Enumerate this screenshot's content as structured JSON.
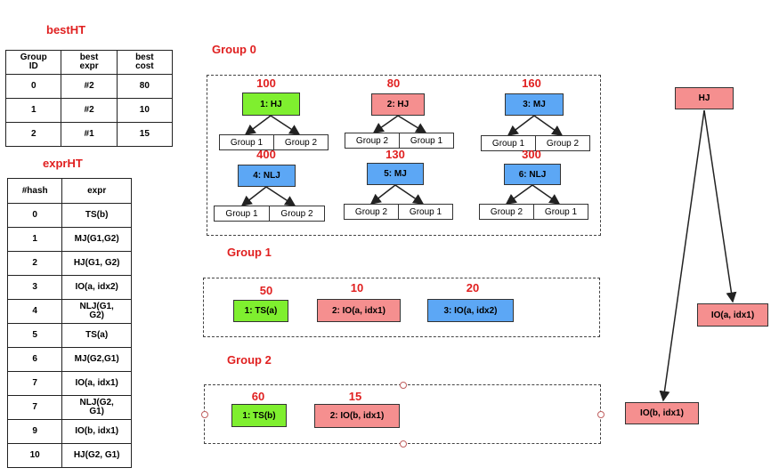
{
  "bestHT": {
    "title": "bestHT",
    "headers": [
      "Group\nID",
      "best\nexpr",
      "best\ncost"
    ],
    "rows": [
      [
        "0",
        "#2",
        "80"
      ],
      [
        "1",
        "#2",
        "10"
      ],
      [
        "2",
        "#1",
        "15"
      ]
    ]
  },
  "exprHT": {
    "title": "exprHT",
    "headers": [
      "#hash",
      "expr"
    ],
    "rows": [
      [
        "0",
        "TS(b)"
      ],
      [
        "1",
        "MJ(G1,G2)"
      ],
      [
        "2",
        "HJ(G1, G2)"
      ],
      [
        "3",
        "IO(a, idx2)"
      ],
      [
        "4",
        "NLJ(G1,\nG2)"
      ],
      [
        "5",
        "TS(a)"
      ],
      [
        "6",
        "MJ(G2,G1)"
      ],
      [
        "7",
        "IO(a, idx1)"
      ],
      [
        "7",
        "NLJ(G2,\nG1)"
      ],
      [
        "9",
        "IO(b, idx1)"
      ],
      [
        "10",
        "HJ(G2, G1)"
      ]
    ]
  },
  "group0": {
    "title": "Group 0",
    "exprs": [
      {
        "cost": "100",
        "label": "1: HJ",
        "color": "green",
        "children": [
          "Group 1",
          "Group 2"
        ]
      },
      {
        "cost": "80",
        "label": "2: HJ",
        "color": "pink",
        "children": [
          "Group 2",
          "Group 1"
        ]
      },
      {
        "cost": "160",
        "label": "3: MJ",
        "color": "blue",
        "children": [
          "Group 1",
          "Group 2"
        ]
      },
      {
        "cost": "400",
        "label": "4: NLJ",
        "color": "blue",
        "children": [
          "Group 1",
          "Group 2"
        ]
      },
      {
        "cost": "130",
        "label": "5: MJ",
        "color": "blue",
        "children": [
          "Group 2",
          "Group 1"
        ]
      },
      {
        "cost": "300",
        "label": "6: NLJ",
        "color": "blue",
        "children": [
          "Group 2",
          "Group 1"
        ]
      }
    ]
  },
  "group1": {
    "title": "Group 1",
    "exprs": [
      {
        "cost": "50",
        "label": "1: TS(a)",
        "color": "green"
      },
      {
        "cost": "10",
        "label": "2: IO(a, idx1)",
        "color": "pink"
      },
      {
        "cost": "20",
        "label": "3: IO(a, idx2)",
        "color": "blue"
      }
    ]
  },
  "group2": {
    "title": "Group 2",
    "exprs": [
      {
        "cost": "60",
        "label": "1: TS(b)",
        "color": "green"
      },
      {
        "cost": "15",
        "label": "2: IO(b, idx1)",
        "color": "pink"
      }
    ]
  },
  "plan": {
    "root": "HJ",
    "left": "IO(a, idx1)",
    "right": "IO(b, idx1)"
  },
  "colors": {
    "green": "#7fef2f",
    "pink": "#f58f8f",
    "blue": "#5ca7f5",
    "title_red": "#e02020"
  }
}
